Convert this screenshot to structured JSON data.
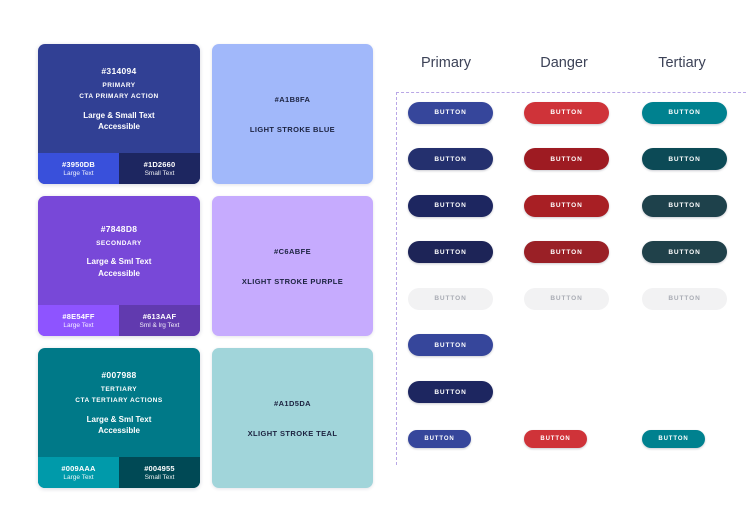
{
  "palette": {
    "rows": [
      {
        "card": {
          "bg": "#314094",
          "hex": "#314094",
          "role": "PRIMARY",
          "usage": "CTA PRIMARY ACTION",
          "accessibility_line1": "Large & Small Text",
          "accessibility_line2": "Accessible",
          "footer": [
            {
              "hex": "#3950DB",
              "label": "Large Text",
              "bg": "#3950DB"
            },
            {
              "hex": "#1D2660",
              "label": "Small Text",
              "bg": "#1D2660"
            }
          ]
        },
        "stroke": {
          "bg": "#A1B8FA",
          "hex": "#A1B8FA",
          "name": "LIGHT STROKE BLUE"
        }
      },
      {
        "card": {
          "bg": "#7848D8",
          "hex": "#7848D8",
          "role": "SECONDARY",
          "usage": "",
          "accessibility_line1": "Large & Sml Text",
          "accessibility_line2": "Accessible",
          "footer": [
            {
              "hex": "#8E54FF",
              "label": "Large Text",
              "bg": "#8E54FF"
            },
            {
              "hex": "#613AAF",
              "label": "Sml & lrg Text",
              "bg": "#613AAF"
            }
          ]
        },
        "stroke": {
          "bg": "#C6ABFE",
          "hex": "#C6ABFE",
          "name": "XLIGHT STROKE PURPLE"
        }
      },
      {
        "card": {
          "bg": "#007988",
          "hex": "#007988",
          "role": "TERTIARY",
          "usage": "CTA TERTIARY ACTIONS",
          "accessibility_line1": "Large & Sml Text",
          "accessibility_line2": "Accessible",
          "footer": [
            {
              "hex": "#009AAA",
              "label": "Large Text",
              "bg": "#009AAA"
            },
            {
              "hex": "#004955",
              "label": "Small Text",
              "bg": "#004955"
            }
          ]
        },
        "stroke": {
          "bg": "#A1D5DA",
          "hex": "#A1D5DA",
          "name": "XLIGHT STROKE TEAL"
        }
      }
    ]
  },
  "buttons": {
    "columns": [
      {
        "title": "Primary"
      },
      {
        "title": "Danger"
      },
      {
        "title": "Tertiary"
      }
    ],
    "label": "BUTTON",
    "rows": [
      {
        "size": "normal",
        "cells": [
          {
            "show": true,
            "bg": "#36469B",
            "state": "default"
          },
          {
            "show": true,
            "bg": "#CF3339",
            "state": "default"
          },
          {
            "show": true,
            "bg": "#00818F",
            "state": "default"
          }
        ]
      },
      {
        "size": "normal",
        "cells": [
          {
            "show": true,
            "bg": "#24306E",
            "state": "hover"
          },
          {
            "show": true,
            "bg": "#9E1B22",
            "state": "hover"
          },
          {
            "show": true,
            "bg": "#0C4A56",
            "state": "hover"
          }
        ]
      },
      {
        "size": "normal",
        "cells": [
          {
            "show": true,
            "bg": "#1D2660",
            "state": "active"
          },
          {
            "show": true,
            "bg": "#A81F24",
            "state": "active"
          },
          {
            "show": true,
            "bg": "#1E414B",
            "state": "active"
          }
        ]
      },
      {
        "size": "normal",
        "cells": [
          {
            "show": true,
            "bg": "#1D2457",
            "state": "focus"
          },
          {
            "show": true,
            "bg": "#9A2026",
            "state": "focus"
          },
          {
            "show": true,
            "bg": "#20414A",
            "state": "focus"
          }
        ]
      },
      {
        "size": "normal",
        "cells": [
          {
            "show": true,
            "bg": "#F2F2F3",
            "state": "disabled"
          },
          {
            "show": true,
            "bg": "#F2F2F3",
            "state": "disabled"
          },
          {
            "show": true,
            "bg": "#F2F2F3",
            "state": "disabled"
          }
        ]
      },
      {
        "size": "normal",
        "cells": [
          {
            "show": true,
            "bg": "#36469B",
            "state": "default"
          },
          {
            "show": false,
            "bg": "",
            "state": ""
          },
          {
            "show": false,
            "bg": "",
            "state": ""
          }
        ]
      },
      {
        "size": "normal",
        "cells": [
          {
            "show": true,
            "bg": "#1D2660",
            "state": "active"
          },
          {
            "show": false,
            "bg": "",
            "state": ""
          },
          {
            "show": false,
            "bg": "",
            "state": ""
          }
        ]
      },
      {
        "size": "small",
        "cells": [
          {
            "show": true,
            "bg": "#36469B",
            "state": "default"
          },
          {
            "show": true,
            "bg": "#CF3339",
            "state": "default"
          },
          {
            "show": true,
            "bg": "#00818F",
            "state": "default"
          }
        ]
      }
    ]
  }
}
